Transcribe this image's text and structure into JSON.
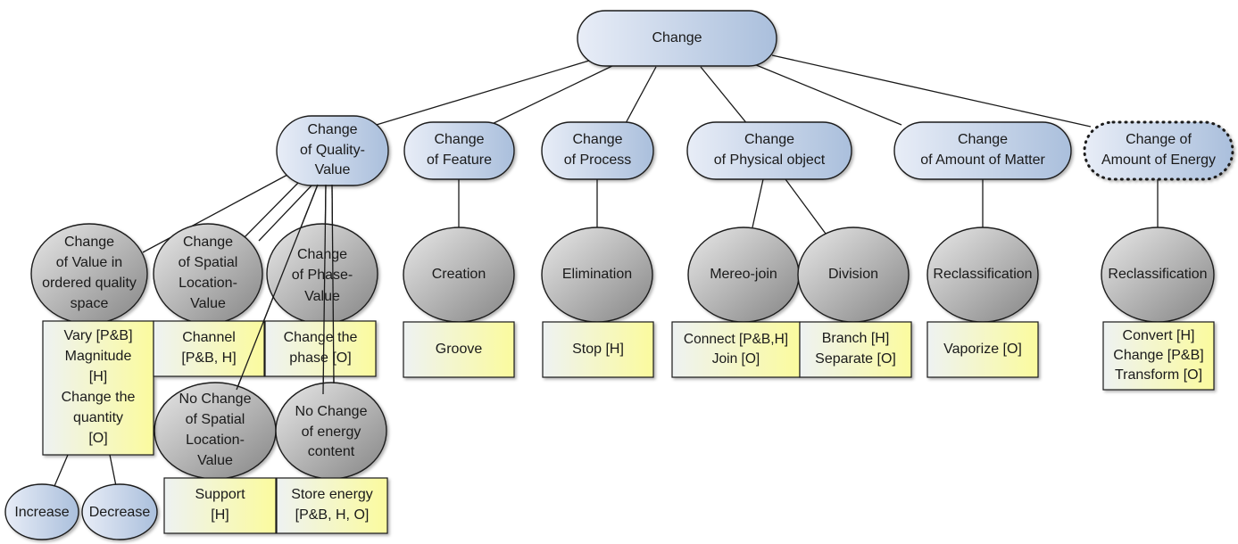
{
  "root": {
    "label": "Change"
  },
  "categories": {
    "quality": {
      "label": "Change\nof Quality-\nValue"
    },
    "feature": {
      "label": "Change\nof Feature"
    },
    "process": {
      "label": "Change\nof Process"
    },
    "physical": {
      "label": "Change\nof  Physical object"
    },
    "matter": {
      "label": "Change\nof  Amount of Matter"
    },
    "energy": {
      "label": "Change of\nAmount of Energy"
    }
  },
  "subtypes": {
    "ordered_value": {
      "label": "Change\nof Value in\nordered quality\nspace"
    },
    "spatial_location": {
      "label": "Change\nof Spatial\nLocation-\nValue"
    },
    "phase_value": {
      "label": "Change\nof Phase-\nValue"
    },
    "creation": {
      "label": "Creation"
    },
    "elimination": {
      "label": "Elimination"
    },
    "mereo_join": {
      "label": "Mereo-join"
    },
    "division": {
      "label": "Division"
    },
    "reclass_matter": {
      "label": "Reclassification"
    },
    "reclass_energy": {
      "label": "Reclassification"
    },
    "no_spatial": {
      "label": "No Change\nof Spatial\nLocation-\nValue"
    },
    "no_energy": {
      "label": "No Change\nof energy\ncontent"
    },
    "increase": {
      "label": "Increase"
    },
    "decrease": {
      "label": "Decrease"
    }
  },
  "examples": {
    "vary": {
      "label": "Vary [P&B]\nMagnitude\n[H]\nChange the\nquantity\n[O]"
    },
    "channel": {
      "label": "Channel\n[P&B, H]"
    },
    "change_phase": {
      "label": "Change the\nphase [O]"
    },
    "groove": {
      "label": "Groove"
    },
    "stop": {
      "label": "Stop [H]"
    },
    "connect": {
      "label": "Connect [P&B,H]\nJoin [O]"
    },
    "branch": {
      "label": "Branch [H]\nSeparate [O]"
    },
    "vaporize": {
      "label": "Vaporize [O]"
    },
    "convert": {
      "label": "Convert [H]\nChange [P&B]\nTransform [O]"
    },
    "support": {
      "label": "Support\n[H]"
    },
    "store_energy": {
      "label": "Store energy\n[P&B, H, O]"
    }
  },
  "colors": {
    "pill_light": "#e8edf7",
    "pill_dark": "#aabfdc",
    "circle_light": "#e6e6e6",
    "circle_dark": "#8c8c8c",
    "box_light": "#eef2f2",
    "box_dark": "#fbfba0",
    "stroke": "#1a1a1a"
  }
}
